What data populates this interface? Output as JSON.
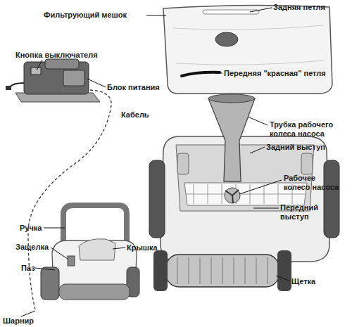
{
  "diagram": {
    "labels": [
      "Фильтрующий мешок",
      "Задняя петля",
      "Кнопка выключателя",
      "Блок питания",
      "Передняя \"красная\" петля",
      "Кабель",
      "Трубка рабочего колеса насоса",
      "Задний выступ",
      "Рабочее колесо насоса",
      "Передний выступ",
      "Ручка",
      "Крышка",
      "Защелка",
      "Паз",
      "Щетка",
      "Шарнир"
    ]
  }
}
